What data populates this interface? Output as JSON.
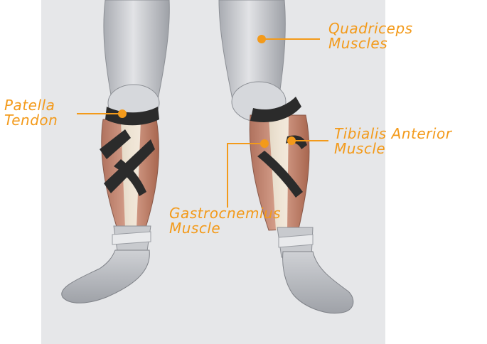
{
  "colors": {
    "accent": "#f39a1a",
    "backdrop": "#e6e7e9",
    "muscle": "#c98a74",
    "tape": "#2a2a2a",
    "leg": "#c9cbcf"
  },
  "labels": {
    "quadriceps": {
      "line1": "Quadriceps",
      "line2": "Muscles"
    },
    "patella": {
      "line1": "Patella",
      "line2": "Tendon"
    },
    "tibialis": {
      "line1": "Tibialis Anterior",
      "line2": "Muscle"
    },
    "gastrocnemius": {
      "line1": "Gastrocnemius",
      "line2": "Muscle"
    }
  }
}
